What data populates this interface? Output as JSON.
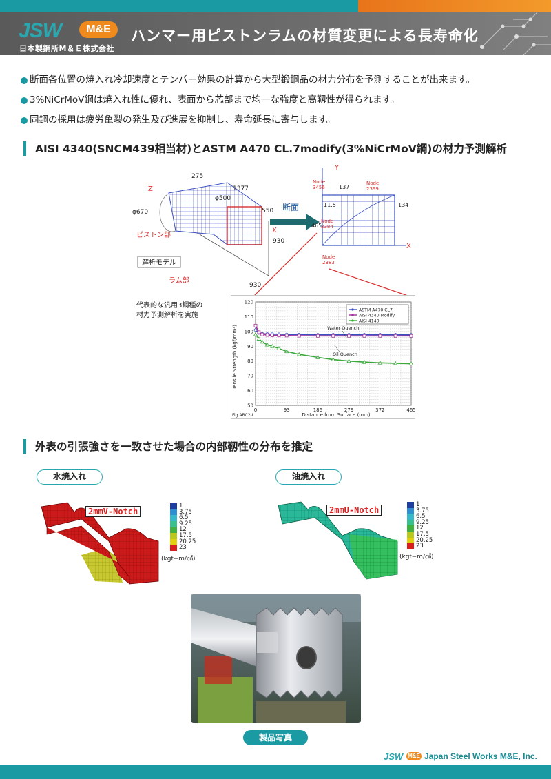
{
  "header": {
    "logo_jsw": "JSW",
    "logo_me": "M&E",
    "company": "日本製鋼所M＆Ｅ株式会社",
    "title": "ハンマー用ピストンラムの材質変更による長寿命化"
  },
  "bullets": [
    "断面各位置の焼入れ冷却速度とテンパー効果の計算から大型鍛鋼品の材力分布を予測することが出来ます。",
    "3%NiCrMoV鋼は焼入れ性に優れ、表面から芯部まで均一な強度と高靱性が得られます。",
    "同鋼の採用は疲労亀裂の発生及び進展を抑制し、寿命延長に寄与します。"
  ],
  "section1": {
    "heading": "AISI 4340(SNCM439相当材)とASTM A470 CL.7modify(3%NiCrMoV鋼)の材力予測解析"
  },
  "model": {
    "dims": [
      "275",
      "1377",
      "φ500",
      "φ670",
      "550",
      "930",
      "930"
    ],
    "axis_z": "Z",
    "axis_x": "X",
    "label_piston": "ピストン部",
    "label_ram": "ラム部",
    "label_model": "解析モデル",
    "label_section": "断面"
  },
  "section_view": {
    "axis_y": "Y",
    "axis_x": "X",
    "nodes": [
      "Node\n3456",
      "Node\n2399",
      "Node\n2384",
      "Node\n2383"
    ],
    "dims": [
      "137",
      "11.5",
      "134",
      "465"
    ]
  },
  "chart_note": "代表的な汎用3鋼種の\n材力予測解析を実施",
  "chart_data": {
    "type": "line",
    "xlabel": "Distance from Surface (mm)",
    "ylabel": "Tensile Strength (kgf/mm²)",
    "xlim": [
      0,
      465
    ],
    "ylim": [
      50,
      120
    ],
    "x_ticks": [
      0,
      93,
      186,
      279,
      372,
      465
    ],
    "y_ticks": [
      50,
      60,
      70,
      80,
      90,
      100,
      110,
      120
    ],
    "grid": true,
    "legend_position": "top-right",
    "fig_label": "Fig.ABC2-I",
    "annotations": [
      "Water Quench",
      "Oil Quench"
    ],
    "series": [
      {
        "name": "ASTM A470 CL7",
        "color": "#3a4fc0",
        "x": [
          0,
          10,
          20,
          35,
          50,
          70,
          93,
          130,
          186,
          232,
          279,
          325,
          372,
          418,
          465
        ],
        "values": [
          101,
          99,
          98.5,
          98.3,
          98.2,
          98.1,
          98,
          97.9,
          97.8,
          97.8,
          97.8,
          97.8,
          97.8,
          97.8,
          97.7
        ]
      },
      {
        "name": "AISI 4340 Modify",
        "color": "#a0309a",
        "x": [
          0,
          10,
          20,
          35,
          50,
          70,
          93,
          130,
          186,
          232,
          279,
          325,
          372,
          418,
          465
        ],
        "values": [
          104,
          99.5,
          98,
          97.6,
          97.4,
          97.3,
          97.2,
          97.1,
          97,
          97,
          97,
          97,
          97,
          97,
          97
        ]
      },
      {
        "name": "AISI 4140",
        "color": "#3aa83a",
        "x": [
          0,
          10,
          20,
          35,
          50,
          70,
          93,
          130,
          186,
          232,
          279,
          325,
          372,
          418,
          465
        ],
        "values": [
          98,
          95,
          93,
          91,
          90,
          88.5,
          86.5,
          84.5,
          82.5,
          81,
          80,
          79.3,
          78.8,
          78.5,
          78.2
        ]
      }
    ]
  },
  "section2": {
    "heading": "外表の引張強さを一致させた場合の内部靱性の分布を推定",
    "water_label": "水焼入れ",
    "oil_label": "油焼入れ",
    "water_notch": "2mmV-Notch",
    "oil_notch": "2mmU-Notch",
    "legend_values": [
      "1",
      "3.75",
      "6.5",
      "9.25",
      "12",
      "17.5",
      "20.25",
      "23"
    ],
    "legend_colors": [
      "#1f3fa0",
      "#2f8fd0",
      "#38b8c8",
      "#3ac090",
      "#40b040",
      "#b8c820",
      "#e0d010",
      "#d81e1e"
    ],
    "legend_unit": "(kgf−m/㎠)"
  },
  "photo_label": "製品写真",
  "footer": {
    "logo_jsw": "JSW",
    "logo_me": "M&E",
    "company": "Japan Steel Works M&E, Inc."
  }
}
